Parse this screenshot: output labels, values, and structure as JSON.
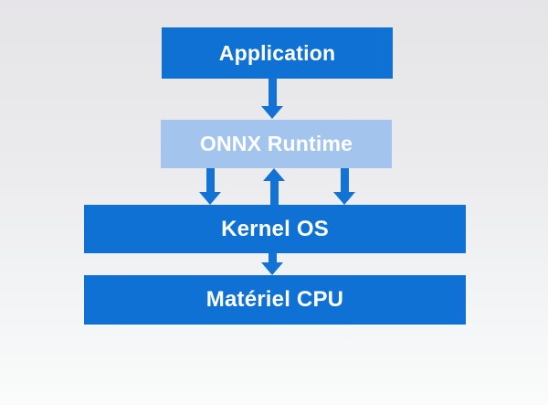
{
  "diagram": {
    "type": "layer-stack",
    "boxes": [
      {
        "id": "application",
        "label": "Application",
        "style": "solid-blue"
      },
      {
        "id": "onnx-runtime",
        "label": "ONNX Runtime",
        "style": "light-blue"
      },
      {
        "id": "kernel-os",
        "label": "Kernel OS",
        "style": "solid-blue"
      },
      {
        "id": "materiel-cpu",
        "label": "Matériel CPU",
        "style": "solid-blue"
      }
    ],
    "arrows": [
      {
        "from": "application",
        "to": "onnx-runtime",
        "direction": "down"
      },
      {
        "from": "onnx-runtime",
        "to": "kernel-os",
        "direction": "down",
        "position": "left"
      },
      {
        "from": "kernel-os",
        "to": "onnx-runtime",
        "direction": "up",
        "position": "middle"
      },
      {
        "from": "onnx-runtime",
        "to": "kernel-os",
        "direction": "down",
        "position": "right"
      },
      {
        "from": "kernel-os",
        "to": "materiel-cpu",
        "direction": "down"
      }
    ],
    "colors": {
      "box_blue": "#0e71d3",
      "box_light_blue": "#a3c4ec",
      "arrow_blue": "#1273d4",
      "text_white": "#ffffff",
      "background_top": "#e5e4e7",
      "background_bottom": "#fafbfb"
    }
  }
}
